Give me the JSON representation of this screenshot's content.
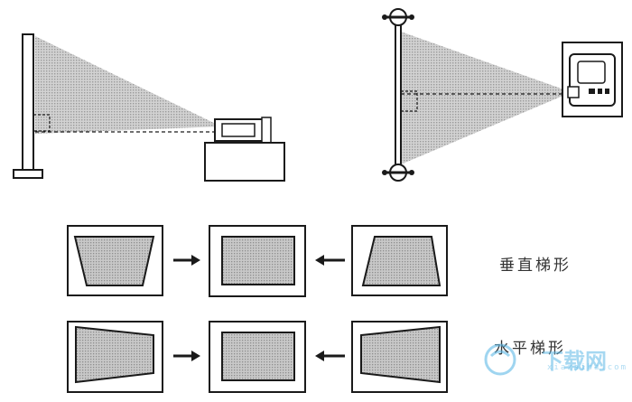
{
  "labels": {
    "vertical_keystone": "垂直梯形",
    "horizontal_keystone": "水平梯形"
  },
  "watermark": {
    "text": "下载网",
    "sub": "xiazaiba.com"
  },
  "colors": {
    "line": "#1a1a1a",
    "beam": "#c9c9c9",
    "image_fill": "#bdbdbd",
    "watermark": "#5fb9e6"
  },
  "icons": {
    "arrow_right": "arrow-right-icon",
    "arrow_left": "arrow-left-icon"
  }
}
